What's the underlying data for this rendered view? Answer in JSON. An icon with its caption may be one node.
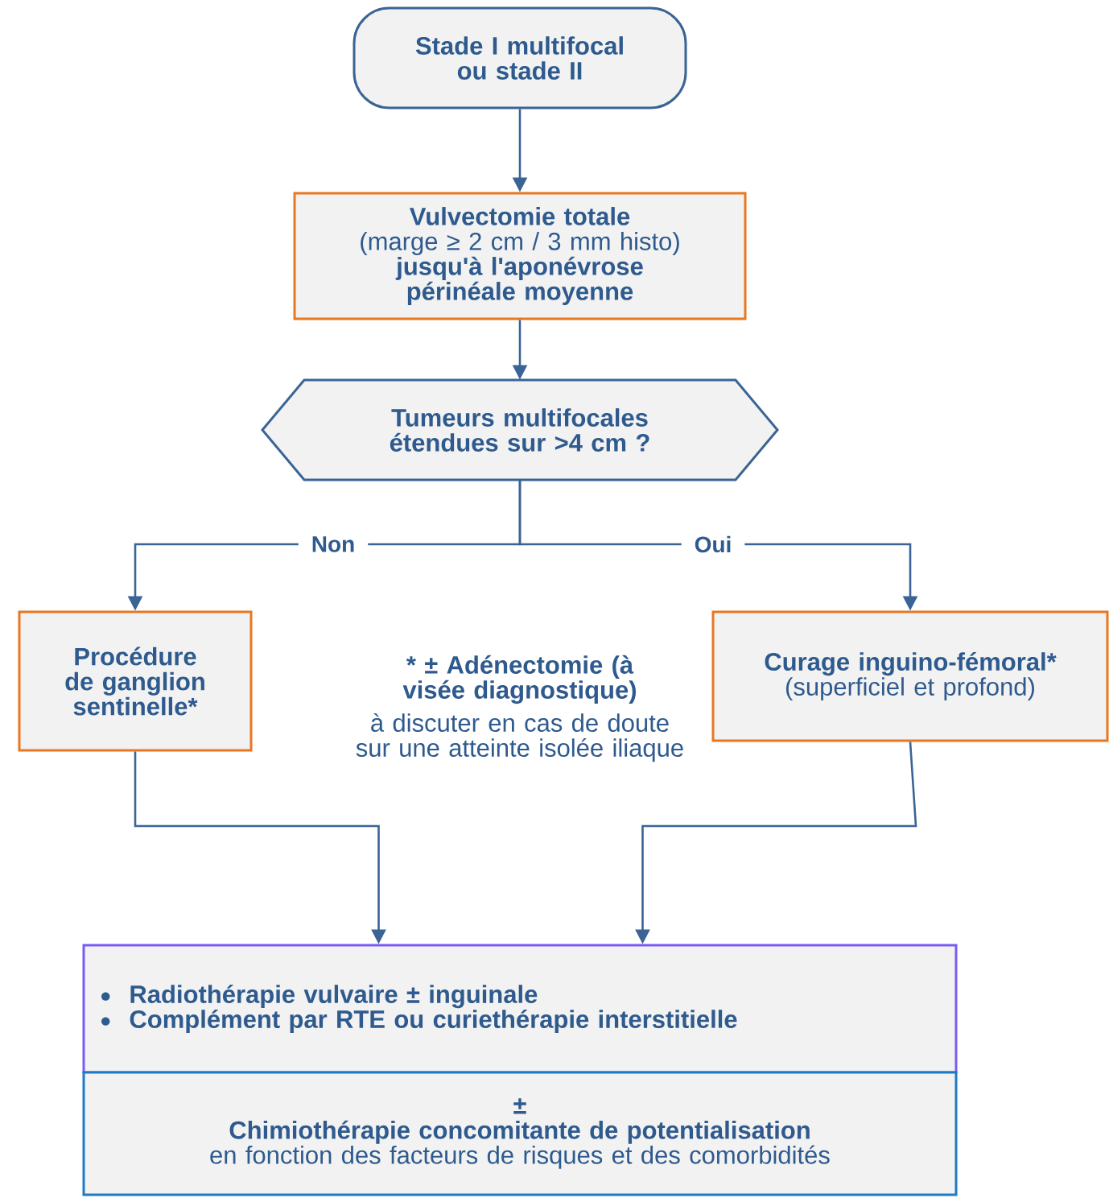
{
  "diagram": {
    "nodes": [
      {
        "text": [
          "Stade I multifocal ou stade II"
        ]
      },
      {
        "text": [
          "Vulvectomie totale",
          "(marge ≥ 2 cm / 3 mm histo)",
          "jusqu'à l'aponévrose périnéale moyenne"
        ]
      },
      {
        "text": [
          "Tumeurs multifocales étendues sur >4 cm ?"
        ]
      },
      {
        "text": [
          "Procédure de ganglion sentinelle*"
        ]
      },
      {
        "text": [
          "Curage inguino-fémoral*",
          "(superficiel et profond)"
        ]
      },
      {
        "text": [
          "Radiothérapie vulvaire ± inguinale",
          "Complément par RTE ou curiethérapie interstitielle"
        ]
      },
      {
        "text": [
          "±",
          "Chimiothérapie concomitante de potentialisation",
          "en fonction des facteurs de risques et des comorbidités"
        ]
      }
    ],
    "edges": [
      {
        "from": 0,
        "to": 1,
        "arrow": "to"
      },
      {
        "from": 1,
        "to": 2,
        "arrow": "to"
      },
      {
        "from": 2,
        "to": 3,
        "arrow": "to",
        "label": "Non"
      },
      {
        "from": 2,
        "to": 4,
        "arrow": "to",
        "label": "Oui"
      },
      {
        "from": 3,
        "to": 5,
        "arrow": "to"
      },
      {
        "from": 4,
        "to": 5,
        "arrow": "to"
      }
    ],
    "labels": [
      "* ± Adénectomie (à visée diagnostique)",
      "à discuter en cas de doute sur une atteinte isolée iliaque"
    ]
  }
}
